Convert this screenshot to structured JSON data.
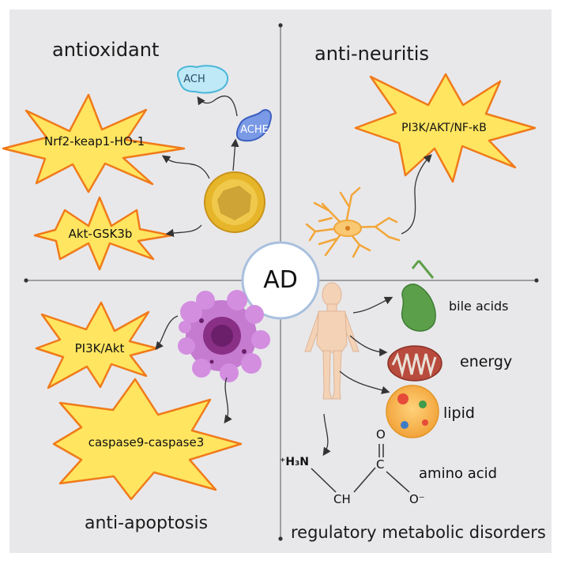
{
  "center": {
    "label": "AD"
  },
  "quadrants": {
    "top_left": {
      "title": "antioxidant",
      "bubble_top": "ACH",
      "bubble_bottom": "ACHE",
      "pathway_1": "Nrf2-keap1-HO-1",
      "pathway_2": "Akt-GSK3b"
    },
    "top_right": {
      "title": "anti-neuritis",
      "pathway": "PI3K/AKT/NF-κB"
    },
    "bottom_left": {
      "title": "anti-apoptosis",
      "pathway_1": "PI3K/Akt",
      "pathway_2": "caspase9-caspase3"
    },
    "bottom_right": {
      "caption": "regulatory metabolic disorders",
      "items": {
        "bile": "bile acids",
        "energy": "energy",
        "lipid": "lipid",
        "amino": "amino acid"
      },
      "amino_acid_structure": {
        "amine": "⁺H₃N",
        "alpha_carbon": "CH",
        "carbonyl_carbon": "C",
        "carbonyl_oxygen": "O",
        "carboxylate_oxygen": "O⁻"
      }
    }
  },
  "colors": {
    "panel_bg": "#e8e8ea",
    "burst_fill": "#ffe560",
    "burst_stroke": "#f07a1a",
    "center_ring": "#a9c0de",
    "apoptosis_cell": "#c47bd0",
    "gold_cell": "#e6b52a",
    "neuron": "#f2a63a",
    "gallbladder": "#5c9f4a",
    "mitochondria": "#b84b3d",
    "body_skin": "#f3d2b6"
  }
}
